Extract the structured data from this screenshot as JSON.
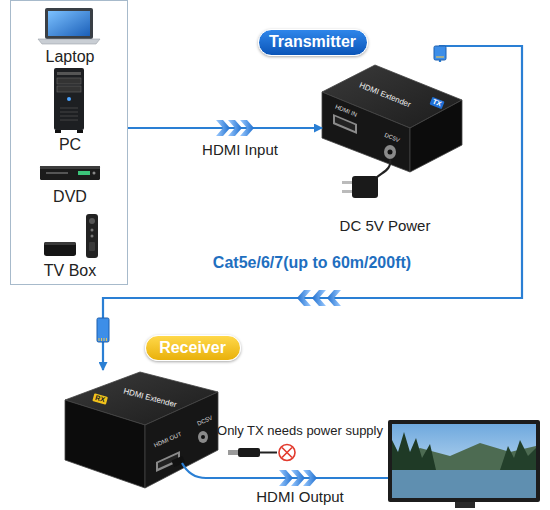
{
  "diagram": {
    "nodes": [
      {
        "text": [
          "Laptop",
          "PC",
          "DVD",
          "TV Box"
        ]
      },
      {
        "text": [
          "Transmitter"
        ]
      },
      {
        "text": [
          "HDMI Extender",
          "TX",
          "HDMI IN",
          "DC5V"
        ]
      },
      {
        "text": [
          "Receiver"
        ]
      },
      {
        "text": [
          "HDMI Extender",
          "RX",
          "HDMI OUT",
          "DC5V"
        ]
      }
    ],
    "edges": [
      {
        "from": 0,
        "to": 2,
        "arrow": "to",
        "label": "HDMI Input"
      },
      {
        "from": 2,
        "to": 4,
        "arrow": "to",
        "label": "Cat5e/6/7(up to 60m/200ft)"
      }
    ],
    "labels": [
      "DC 5V Power",
      "Only TX needs power supply",
      "HDMI Output"
    ]
  }
}
